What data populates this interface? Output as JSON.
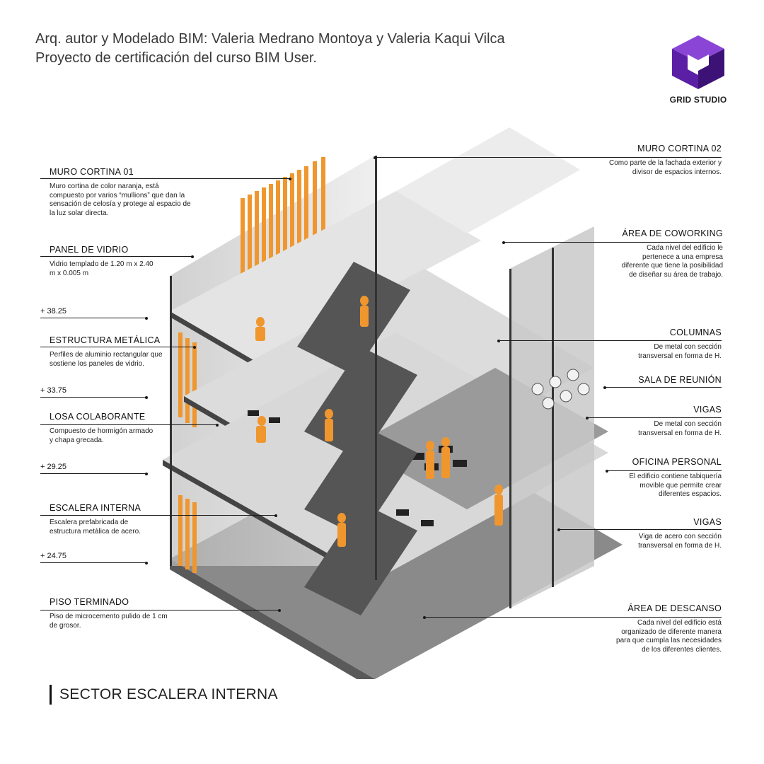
{
  "header": {
    "line1": "Arq. autor y Modelado BIM: Valeria Medrano Montoya y Valeria Kaqui Vilca",
    "line2": "Proyecto de certificación del curso BIM User."
  },
  "logo": {
    "name": "GRID STUDIO",
    "icon": "grid-studio-cube-icon",
    "color": "#5b1fa6"
  },
  "accent_color": "#f0962e",
  "left_labels": [
    {
      "title": "MURO CORTINA 01",
      "desc": "Muro cortina de color naranja, está compuesto por varios “mullions” que dan la sensación de celosía y protege al espacio de la luz solar directa."
    },
    {
      "title": "PANEL DE VIDRIO",
      "desc": "Vidrio templado de 1.20 m x 2.40 m x 0.005 m"
    },
    {
      "title": "ESTRUCTURA METÁLICA",
      "desc": "Perfiles de aluminio rectangular que sostiene los paneles de vidrio."
    },
    {
      "title": "LOSA COLABORANTE",
      "desc": "Compuesto de hormigón armado y chapa grecada."
    },
    {
      "title": "ESCALERA INTERNA",
      "desc": "Escalera prefabricada de estructura metálica de acero."
    },
    {
      "title": "PISO TERMINADO",
      "desc": "Piso de microcemento pulido de 1 cm de grosor."
    }
  ],
  "elevations": [
    "+ 38.25",
    "+ 33.75",
    "+ 29.25",
    "+ 24.75"
  ],
  "right_labels": [
    {
      "title": "MURO CORTINA 02",
      "desc": "Como parte de la fachada exterior y divisor de espacios internos."
    },
    {
      "title": "ÁREA DE COWORKING",
      "desc": "Cada nivel del edificio le pertenece a una empresa diferente que tiene la posibilidad de diseñar su área de trabajo."
    },
    {
      "title": "COLUMNAS",
      "desc": "De metal con sección transversal en forma de H."
    },
    {
      "title": "SALA DE REUNIÓN",
      "desc": ""
    },
    {
      "title": "VIGAS",
      "desc": "De metal con sección transversal en forma de H."
    },
    {
      "title": "OFICINA PERSONAL",
      "desc": "El edificio contiene tabiquería movible que permite crear diferentes espacios."
    },
    {
      "title": "VIGAS",
      "desc": "Viga de acero con sección transversal en forma de H."
    },
    {
      "title": "ÁREA DE DESCANSO",
      "desc": "Cada nivel del edificio está organizado de diferente manera para que cumpla las necesidades de los diferentes clientes."
    }
  ],
  "footer": {
    "title": "SECTOR ESCALERA INTERNA"
  }
}
